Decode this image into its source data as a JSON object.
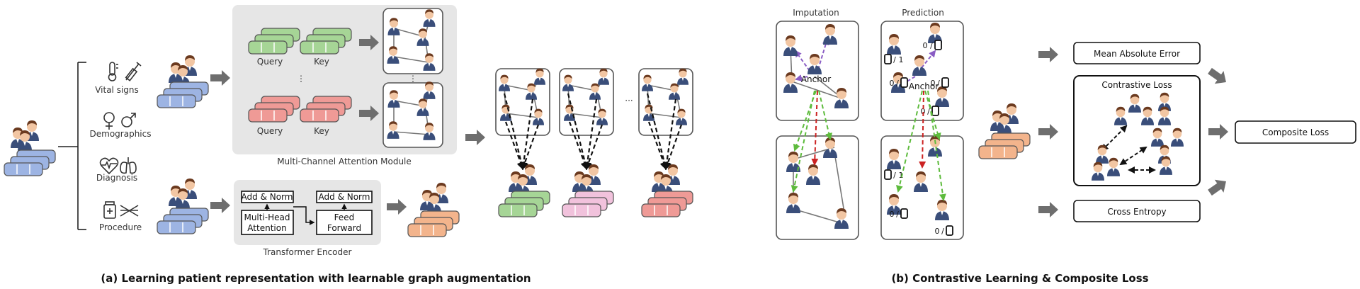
{
  "modalities": {
    "vital_signs": "Vital signs",
    "demographics": "Demographics",
    "diagnosis": "Diagnosis",
    "procedure": "Procedure"
  },
  "attention_module": {
    "title": "Multi-Channel Attention Module",
    "query": "Query",
    "key": "Key",
    "ellipsis": "⋮"
  },
  "transformer": {
    "title": "Transformer Encoder",
    "add_norm": "Add & Norm",
    "mha_line1": "Multi-Head",
    "mha_line2": "Attention",
    "ff_line1": "Feed",
    "ff_line2": "Forward"
  },
  "graphs_ellipsis": "···",
  "panel_b": {
    "imputation": "Imputation",
    "prediction": "Prediction",
    "anchor": "Anchor",
    "label_1": "1",
    "label_0": "0",
    "sep": "/",
    "mae": "Mean Absolute Error",
    "contrastive": "Contrastive Loss",
    "cross_entropy": "Cross Entropy",
    "composite": "Composite Loss"
  },
  "captions": {
    "a": "(a) Learning patient representation with learnable graph augmentation",
    "b": "(b) Contrastive Learning & Composite Loss"
  },
  "colors": {
    "blue": "#9db4e3",
    "green": "#a6d596",
    "red": "#ef9a96",
    "pink": "#f1c2dc",
    "orange": "#f3b48c",
    "panel_gray": "#e6e6e6",
    "arrow_gray": "#6e6e6e",
    "purple": "#8a5cc4",
    "dash_green": "#5dbb3c",
    "dash_red": "#cc2222",
    "skin": "#f2c6a3",
    "hair": "#6b3a1f",
    "shirt": "#3a4e7a"
  }
}
